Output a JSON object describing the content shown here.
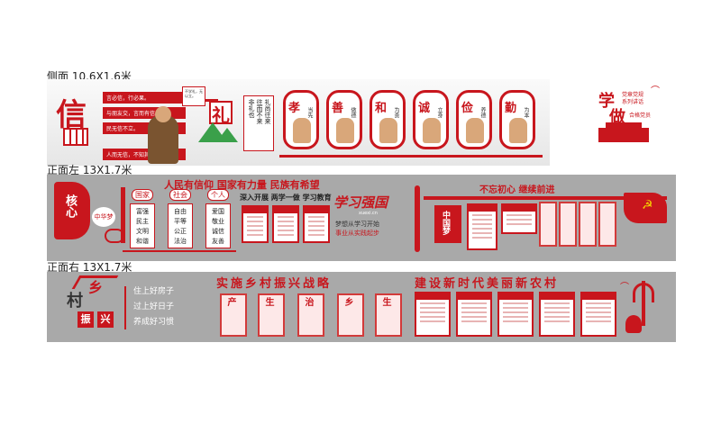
{
  "labels": {
    "side": "侧面  10.6X1.6米",
    "front_left": "正面左  13X1.7米",
    "front_right": "正面右  13X1.7米"
  },
  "colors": {
    "accent": "#c8161d",
    "wall": "#a9a9a9",
    "wall_light": "#bdbdbd"
  },
  "side_wall": {
    "xin_char": "信",
    "xin_lines": [
      "言必信，行必果。",
      "与朋友交，言而有信。",
      "民无信不立。",
      "人而无信，不知其可也。"
    ],
    "li_char": "礼",
    "li_text": "不学礼，无以立。",
    "li_box_lines": [
      "礼尚往来",
      "往而不来",
      "非礼也",
      "来而不往",
      "亦非礼也"
    ],
    "virtues": [
      {
        "char": "孝",
        "sub": "当先"
      },
      {
        "char": "善",
        "sub": "做德"
      },
      {
        "char": "和",
        "sub": "为贵"
      },
      {
        "char": "诚",
        "sub": "立身"
      },
      {
        "char": "俭",
        "sub": "养德"
      },
      {
        "char": "勤",
        "sub": "为本"
      }
    ],
    "xuezuo": {
      "char1": "学",
      "char2": "做",
      "line1": "党章党规",
      "line2": "系列讲话",
      "line3": "合格党员"
    }
  },
  "front_left_wall": {
    "heart_core": "核心",
    "china_dream": "中华梦",
    "slogan": "人民有信仰  国家有力量  民族有希望",
    "values_heads": [
      "国家",
      "社会",
      "个人"
    ],
    "values_cols": [
      [
        "富强",
        "民主",
        "文明",
        "和谐"
      ],
      [
        "自由",
        "平等",
        "公正",
        "法治"
      ],
      [
        "爱国",
        "敬业",
        "诚信",
        "友善"
      ]
    ],
    "study_title": "深入开展 两学一做 学习教育",
    "study_logo": "学习强国",
    "study_url": "xuexi.cn",
    "study_sub1": "梦想从学习开始",
    "study_sub2": "事业从实践起步",
    "right_slogan": "不忘初心  继续前进",
    "china_dream_right": "中国梦"
  },
  "front_right_wall": {
    "village_chars": [
      "村",
      "乡",
      "振",
      "兴"
    ],
    "poem": [
      "住上好房子",
      "过上好日子",
      "养成好习惯"
    ],
    "title_left": "实施乡村振兴战略",
    "title_right": "建设新时代美丽新农村",
    "poster_titles": [
      "产",
      "生",
      "治",
      "乡",
      "生"
    ]
  }
}
